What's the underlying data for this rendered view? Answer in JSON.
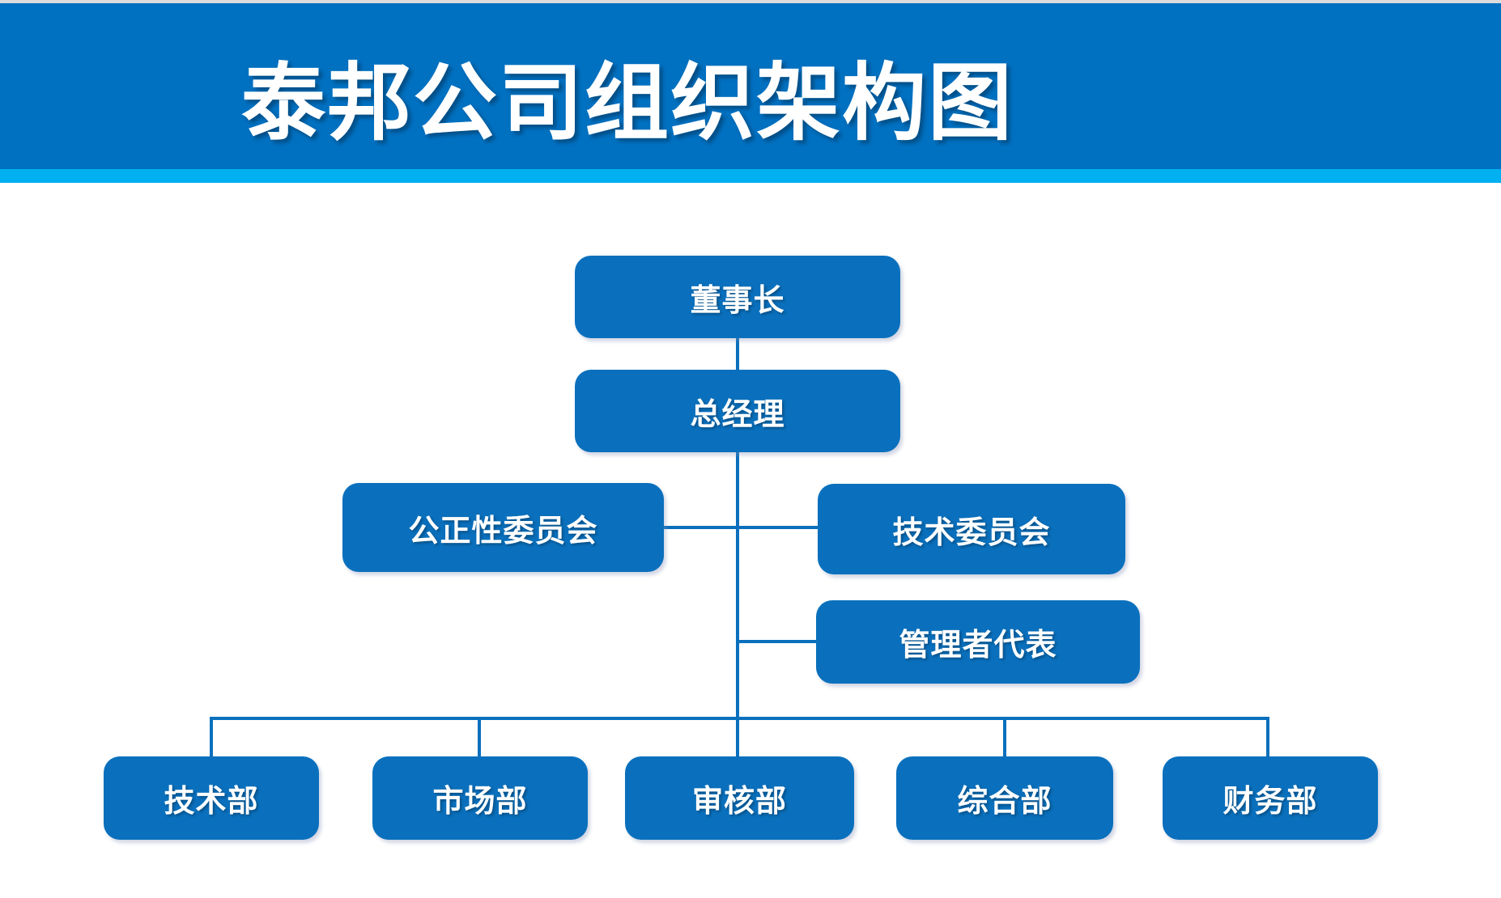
{
  "title": "泰邦公司组织架构图",
  "theme": {
    "header_blue": "#0070c0",
    "accent_cyan": "#00b0f0",
    "node_blue": "#0a70bd",
    "connector_blue": "#0a70bd",
    "text_color": "#ffffff",
    "background": "#ffffff"
  },
  "nodes": [
    {
      "id": "chairman",
      "label": "董事长"
    },
    {
      "id": "general-manager",
      "label": "总经理"
    },
    {
      "id": "impartiality-committee",
      "label": "公正性委员会"
    },
    {
      "id": "technical-committee",
      "label": "技术委员会"
    },
    {
      "id": "management-representative",
      "label": "管理者代表"
    },
    {
      "id": "technology-dept",
      "label": "技术部"
    },
    {
      "id": "marketing-dept",
      "label": "市场部"
    },
    {
      "id": "audit-dept",
      "label": "审核部"
    },
    {
      "id": "general-affairs-dept",
      "label": "综合部"
    },
    {
      "id": "finance-dept",
      "label": "财务部"
    }
  ],
  "hierarchy": {
    "root": "董事长",
    "edges": [
      {
        "from": "董事长",
        "to": "总经理"
      },
      {
        "from": "总经理",
        "to": "公正性委员会"
      },
      {
        "from": "总经理",
        "to": "技术委员会"
      },
      {
        "from": "总经理",
        "to": "管理者代表"
      },
      {
        "from": "总经理",
        "to": "技术部"
      },
      {
        "from": "总经理",
        "to": "市场部"
      },
      {
        "from": "总经理",
        "to": "审核部"
      },
      {
        "from": "总经理",
        "to": "综合部"
      },
      {
        "from": "总经理",
        "to": "财务部"
      }
    ]
  }
}
